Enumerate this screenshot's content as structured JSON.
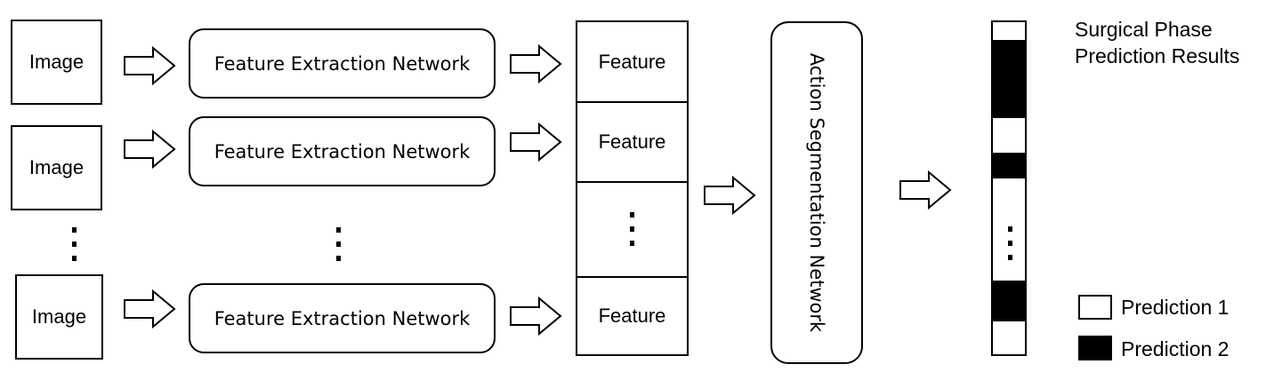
{
  "image_label": "Image",
  "fen_label": "Feature Extraction Network",
  "feature_label": "Feature",
  "action_segmentation_label": "Action Segmentation Network",
  "results_title_line1": "Surgical Phase",
  "results_title_line2": "Prediction Results",
  "legend": {
    "prediction1": "Prediction 1",
    "prediction2": "Prediction 2",
    "prediction1_color": "#ffffff",
    "prediction2_color": "#000000"
  }
}
